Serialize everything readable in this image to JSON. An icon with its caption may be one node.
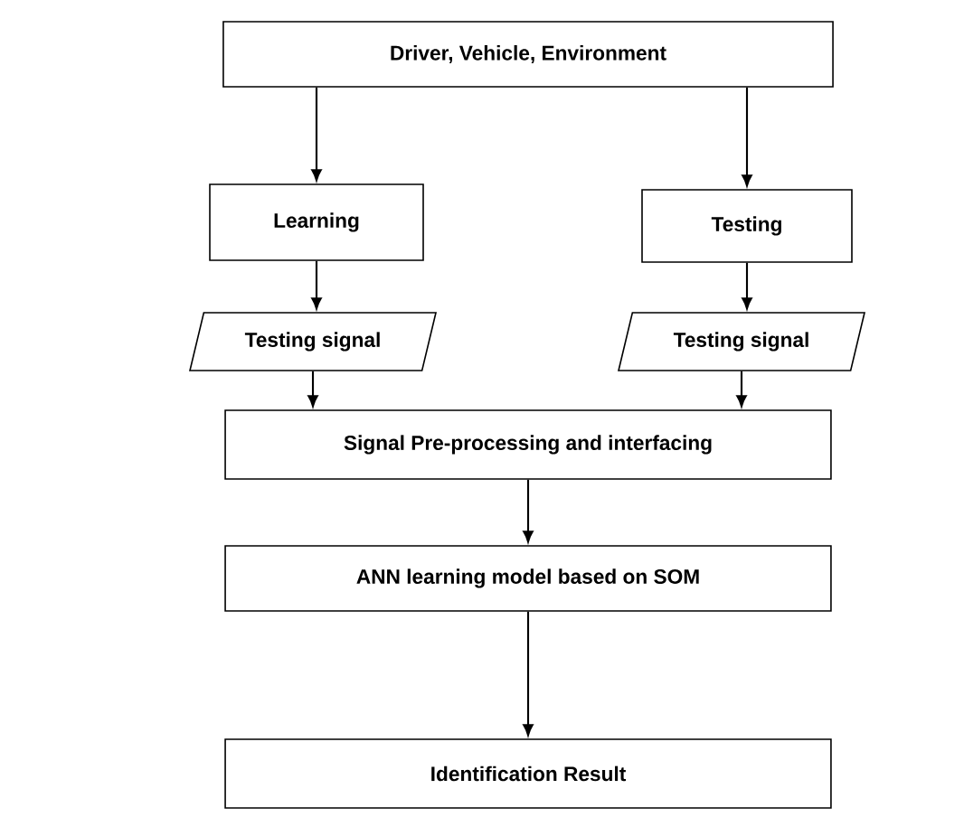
{
  "diagram": {
    "nodes": [
      {
        "text": [
          "Driver, Vehicle, Environment"
        ]
      },
      {
        "text": [
          "Learning"
        ]
      },
      {
        "text": [
          "Testing"
        ]
      },
      {
        "text": [
          "Testing signal"
        ]
      },
      {
        "text": [
          "Testing signal"
        ]
      },
      {
        "text": [
          "Signal Pre-processing and interfacing"
        ]
      },
      {
        "text": [
          "ANN learning model based on SOM"
        ]
      },
      {
        "text": [
          "Identification Result"
        ]
      }
    ],
    "edges": [
      {
        "from": 0,
        "to": 1,
        "arrow": "to"
      },
      {
        "from": 0,
        "to": 2,
        "arrow": "to"
      },
      {
        "from": 1,
        "to": 3,
        "arrow": "to"
      },
      {
        "from": 2,
        "to": 4,
        "arrow": "to"
      },
      {
        "from": 3,
        "to": 5,
        "arrow": "to"
      },
      {
        "from": 4,
        "to": 5,
        "arrow": "to"
      },
      {
        "from": 5,
        "to": 6,
        "arrow": "to"
      },
      {
        "from": 6,
        "to": 7,
        "arrow": "to"
      }
    ]
  }
}
